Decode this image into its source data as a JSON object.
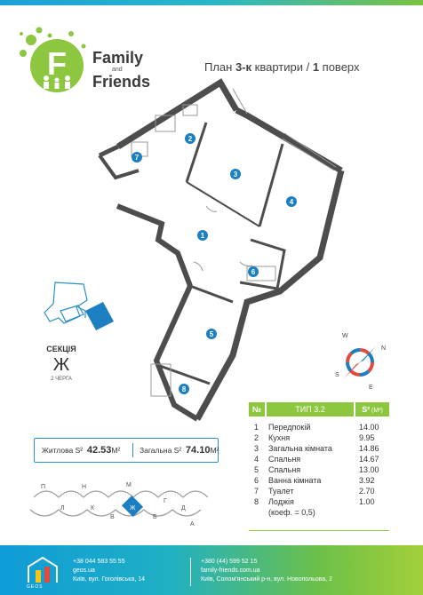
{
  "brand": {
    "word1": "Family",
    "word2": "and",
    "word3": "Friends",
    "logo_letter": "F"
  },
  "header": {
    "plan_prefix": "План ",
    "plan_type": "3-к",
    "plan_mid": " квартири / ",
    "floor_num": "1",
    "floor_word": " поверх"
  },
  "plan": {
    "rooms": [
      "1",
      "2",
      "3",
      "4",
      "5",
      "6",
      "7",
      "8"
    ]
  },
  "section": {
    "title": "СЕКЦІЯ",
    "letter": "Ж",
    "queue": "2 ЧЕРГА"
  },
  "compass": {
    "n": "N",
    "e": "E",
    "s": "S",
    "w": "W"
  },
  "areas": {
    "living_label": "Житлова S²",
    "living_value": "42.53",
    "living_unit": "М²",
    "total_label": "Загальна S²",
    "total_value": "74.10",
    "total_unit": "М²"
  },
  "table": {
    "col_num": "№",
    "col_type": "ТИП 3.2",
    "col_area": "S²",
    "col_area_unit": " (М²)",
    "rows": [
      {
        "n": "1",
        "name": "Передпокій",
        "v": "14.00"
      },
      {
        "n": "2",
        "name": "Кухня",
        "v": "9.95"
      },
      {
        "n": "3",
        "name": "Загальна кімната",
        "v": "14.86"
      },
      {
        "n": "4",
        "name": "Спальня",
        "v": "14.67"
      },
      {
        "n": "5",
        "name": "Спальня",
        "v": "13.00"
      },
      {
        "n": "6",
        "name": "Ванна кімната",
        "v": "3.92"
      },
      {
        "n": "7",
        "name": "Туалет",
        "v": "2.70"
      },
      {
        "n": "8",
        "name": "Лоджія",
        "v": "1.00"
      }
    ],
    "note": "(коеф. = 0,5)"
  },
  "map": {
    "labels": [
      "П",
      "Н",
      "М",
      "Л",
      "К",
      "В",
      "Ж",
      "Б",
      "Г",
      "Д",
      "А"
    ]
  },
  "footer": {
    "geos": "GEOS",
    "phone1": "+38 044 583 55 55",
    "site1": "geos.ua",
    "addr1": "Київ, вул. Гоголівська, 14",
    "phone2": "+380 (44) 599 52 15",
    "site2": "family-friends.com.ua",
    "addr2": "Київ, Солом'янський р-н, вул. Новопольова, 2"
  },
  "colors": {
    "accent_green": "#8dc63f",
    "accent_blue": "#2c8fc7",
    "marker_blue": "#1c7fc1",
    "wall": "#4d4d4d"
  }
}
